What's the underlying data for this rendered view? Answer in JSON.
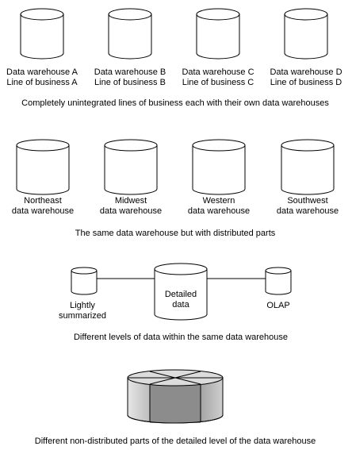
{
  "section1": {
    "warehouses": [
      {
        "line1": "Data warehouse A",
        "line2": "Line of business A"
      },
      {
        "line1": "Data warehouse B",
        "line2": "Line of business B"
      },
      {
        "line1": "Data warehouse C",
        "line2": "Line of business C"
      },
      {
        "line1": "Data warehouse D",
        "line2": "Line of business D"
      }
    ],
    "caption": "Completely unintegrated lines of business each with their own data warehouses"
  },
  "section2": {
    "warehouses": [
      {
        "line1": "Northeast",
        "line2": "data warehouse"
      },
      {
        "line1": "Midwest",
        "line2": "data warehouse"
      },
      {
        "line1": "Western",
        "line2": "data warehouse"
      },
      {
        "line1": "Southwest",
        "line2": "data warehouse"
      }
    ],
    "caption": "The same data warehouse but with distributed parts"
  },
  "section3": {
    "left": {
      "line1": "Lightly",
      "line2": "summarized"
    },
    "center": {
      "line1": "Detailed",
      "line2": "data"
    },
    "right": {
      "line1": "OLAP"
    },
    "caption": "Different levels of data within the same data warehouse"
  },
  "section4": {
    "caption": "Different non-distributed parts of the detailed level of the data warehouse",
    "colors": {
      "dark": "#7a7a7a",
      "mid": "#a9a9a9",
      "light": "#e6e6e6",
      "top": "#d9d9d9"
    }
  }
}
